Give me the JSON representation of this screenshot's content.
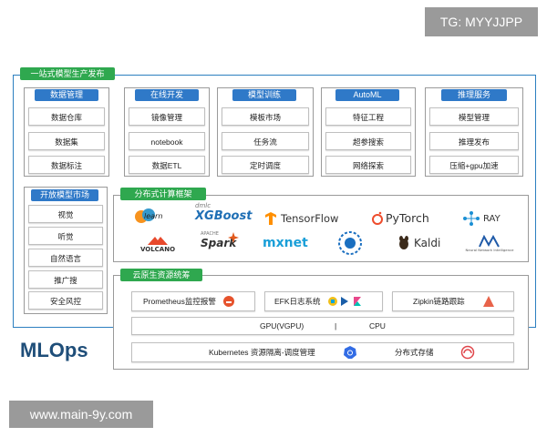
{
  "watermark_top": "TG: MYYJJPP",
  "watermark_bottom": "www.main-9y.com",
  "brand": "MLOps",
  "platform": {
    "title": "一站式模型生产发布",
    "columns": [
      {
        "title": "数据管理",
        "items": [
          "数据仓库",
          "数据集",
          "数据标注"
        ]
      },
      {
        "title": "在线开发",
        "items": [
          "镜像管理",
          "notebook",
          "数据ETL"
        ]
      },
      {
        "title": "模型训练",
        "items": [
          "模板市场",
          "任务流",
          "定时调度"
        ]
      },
      {
        "title": "AutoML",
        "items": [
          "特征工程",
          "超参搜索",
          "网络探索"
        ]
      },
      {
        "title": "推理服务",
        "items": [
          "模型管理",
          "推理发布",
          "压缩+gpu加速"
        ]
      }
    ]
  },
  "market": {
    "title": "开放模型市场",
    "items": [
      "视觉",
      "听觉",
      "自然语言",
      "推广搜",
      "安全风控"
    ]
  },
  "compute": {
    "title": "分布式计算框架",
    "row1": {
      "sklearn": "learn",
      "xgboost_small": "dmlc",
      "xgboost": "XGBoost",
      "tensorflow": "TensorFlow",
      "pytorch": "PyTorch",
      "ray": "RAY"
    },
    "row2": {
      "volcano": "VOLCANO",
      "spark_small": "APACHE",
      "spark": "Spark",
      "mxnet": "mxnet",
      "kaldi": "Kaldi",
      "nni_caption": "Neural Network Intelligence"
    }
  },
  "cloud": {
    "title": "云原生资源统筹",
    "prometheus": "Prometheus监控报警",
    "efk": "EFK日志系统",
    "zipkin": "Zipkin链路跟踪",
    "gpu": "GPU(VGPU)",
    "divider": "|",
    "cpu": "CPU",
    "kubernetes": "Kubernetes 资源隔离-调度管理",
    "storage": "分布式存储"
  },
  "colors": {
    "green_tag": "#2fa84f",
    "blue_tag": "#2f79c8",
    "frame_blue": "#2c7fc0",
    "brand_navy": "#1f4e79",
    "watermark_gray": "#9a9a9a"
  }
}
